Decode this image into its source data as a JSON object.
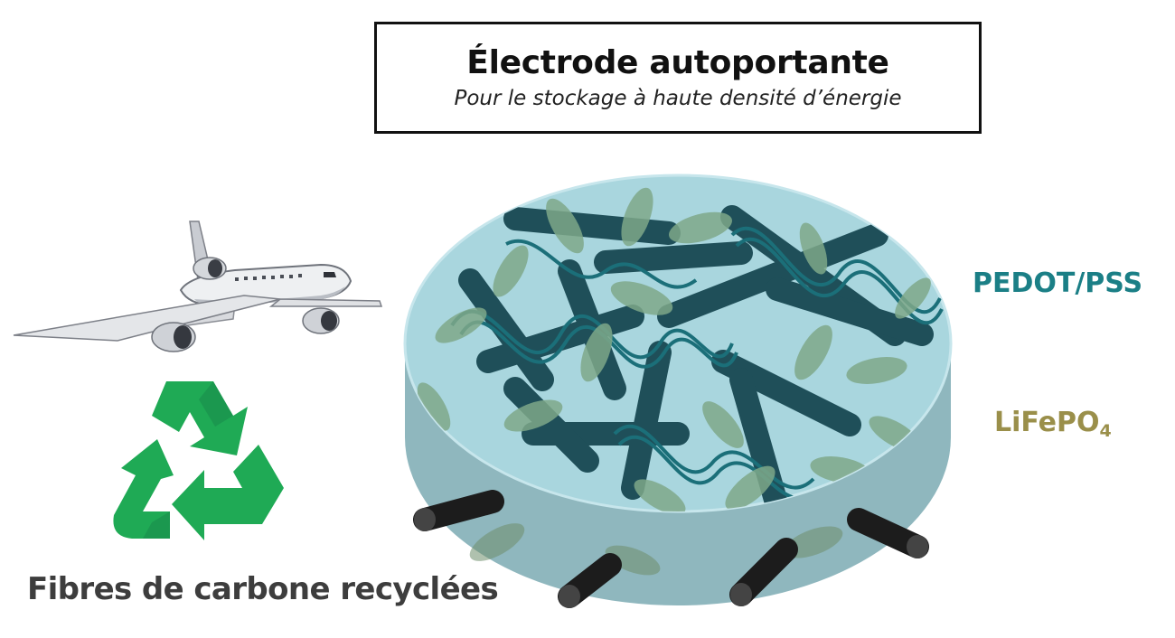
{
  "title": {
    "main": "Électrode autoportante",
    "sub": "Pour le stockage à haute densité d’énergie"
  },
  "labels": {
    "pedot": "PEDOT/PSS",
    "lfp_base": "LiFePO",
    "lfp_sub": "4",
    "fibres": "Fibres de carbone recyclées"
  },
  "icons": {
    "airplane": "airplane-icon",
    "recycle": "recycle-icon"
  },
  "colors": {
    "pedot": "#1b7f86",
    "lifepo4": "#9a8f4a",
    "fibre": "#1f4f59",
    "particle": "#7fa88a",
    "disc": "#a9d6de",
    "recycle": "#1faa55"
  }
}
